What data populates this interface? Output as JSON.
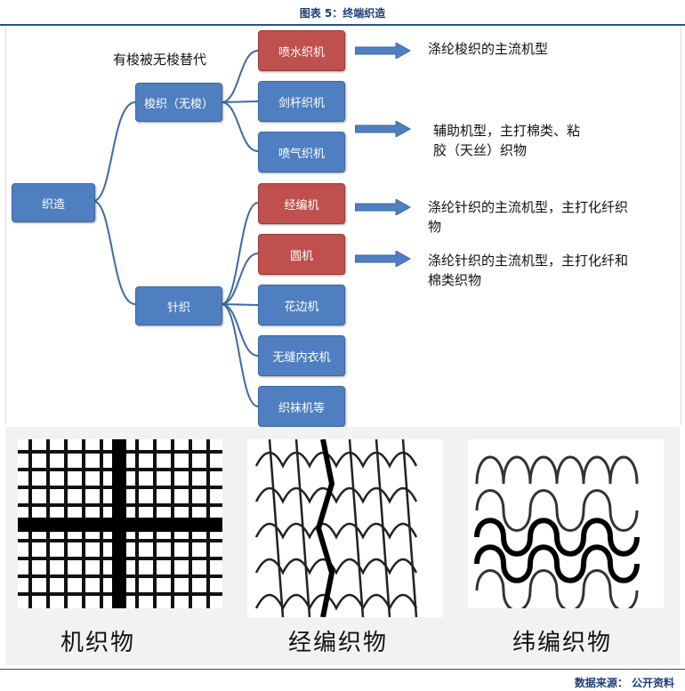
{
  "header": {
    "title": "图表 5：终端织造"
  },
  "diagram": {
    "root": "织造",
    "branch_shuttle": "梭织（无梭）",
    "branch_knit": "针织",
    "shuttle_note": "有梭被无梭替代",
    "shuttle_leaves": [
      {
        "label": "喷水织机",
        "highlight": true
      },
      {
        "label": "剑杆织机",
        "highlight": false
      },
      {
        "label": "喷气织机",
        "highlight": false
      }
    ],
    "knit_leaves": [
      {
        "label": "经编机",
        "highlight": true
      },
      {
        "label": "圆机",
        "highlight": true
      },
      {
        "label": "花边机",
        "highlight": false
      },
      {
        "label": "无缝内衣机",
        "highlight": false
      },
      {
        "label": "织袜机等",
        "highlight": false
      }
    ],
    "notes": {
      "waterjet": "涤纶梭织的主流机型",
      "airjet_line1": "辅助机型，主打棉类、粘",
      "airjet_line2": "胶（天丝）织物",
      "warp_line1": "涤纶针织的主流机型，主打化纤织",
      "warp_line2": "物",
      "circular_line1": "涤纶针织的主流机型，主打化纤和",
      "circular_line2": "棉类织物"
    },
    "colors": {
      "blue": "#4f7fc0",
      "red": "#c0504d",
      "link": "#3b6aa6"
    }
  },
  "fabrics": {
    "woven_caption": "机织物",
    "warp_caption": "经编织物",
    "weft_caption": "纬编织物"
  },
  "footer": {
    "source": "数据来源： 公开资料"
  }
}
